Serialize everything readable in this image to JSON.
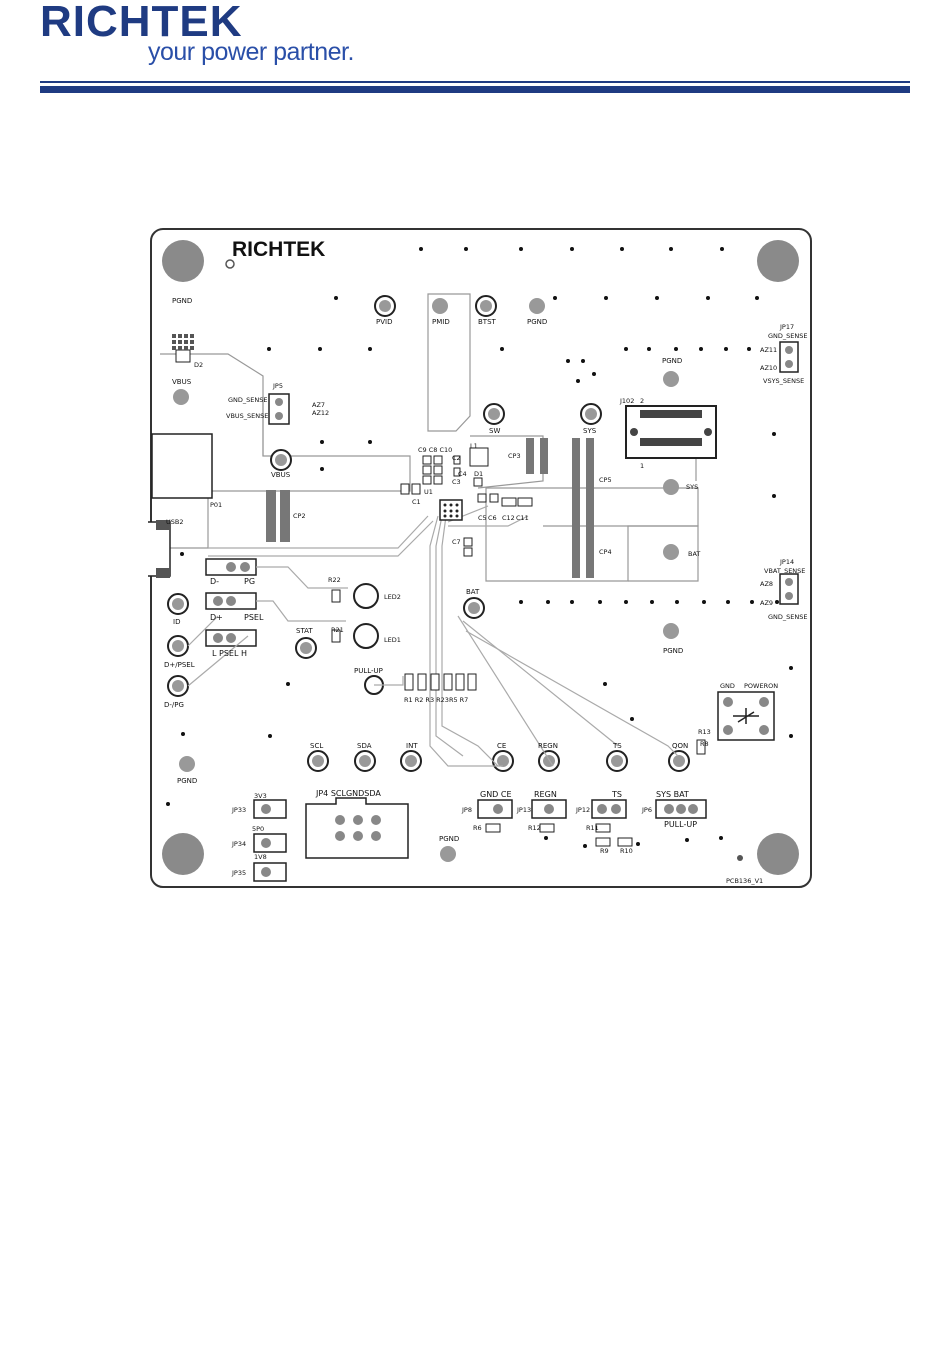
{
  "header": {
    "brand": "RICHTEK",
    "tagline": "your power partner."
  },
  "board": {
    "silk_logo": "RICHTEK",
    "version": "PCB136_V1",
    "pads": [
      {
        "id": "pvid",
        "label": "PVID"
      },
      {
        "id": "pmid",
        "label": "PMID"
      },
      {
        "id": "btst",
        "label": "BTST"
      },
      {
        "id": "pgnd_top",
        "label": "PGND"
      },
      {
        "id": "sw",
        "label": "SW"
      },
      {
        "id": "sys",
        "label": "SYS"
      },
      {
        "id": "vbus",
        "label": "VBUS"
      },
      {
        "id": "vbus2",
        "label": "VBUS"
      },
      {
        "id": "bat",
        "label": "BAT"
      },
      {
        "id": "stat",
        "label": "STAT"
      },
      {
        "id": "id",
        "label": "ID"
      },
      {
        "id": "dplus_psel",
        "label": "D+/PSEL"
      },
      {
        "id": "dminus_pg",
        "label": "D-/PG"
      },
      {
        "id": "pull_up",
        "label": "PULL-UP"
      },
      {
        "id": "scl",
        "label": "SCL"
      },
      {
        "id": "sda",
        "label": "SDA"
      },
      {
        "id": "int",
        "label": "INT"
      },
      {
        "id": "ce",
        "label": "CE"
      },
      {
        "id": "regn",
        "label": "REGN"
      },
      {
        "id": "ts",
        "label": "TS"
      },
      {
        "id": "qon",
        "label": "QON"
      },
      {
        "id": "pgnd_left",
        "label": "PGND"
      },
      {
        "id": "pgnd_bottom",
        "label": "PGND"
      },
      {
        "id": "pgnd_right",
        "label": "PGND"
      },
      {
        "id": "pgnd_mid",
        "label": "PGND"
      },
      {
        "id": "pgnd_tl",
        "label": "PGND"
      }
    ],
    "silk": {
      "usb2": "USB2",
      "gnd_sense_jp5": "GND_SENSE",
      "vbus_sense": "VBUS_SENSE",
      "jp5": "JP5",
      "az7": "AZ7",
      "az12": "AZ12",
      "jp17": "JP17",
      "gnd_sense_jp17": "GND_SENSE",
      "az11": "AZ11",
      "az10": "AZ10",
      "vsys_sense": "VSYS_SENSE",
      "jp14": "JP14",
      "vbat_sense": "VBAT_SENSE",
      "az8": "AZ8",
      "az9": "AZ9",
      "gnd_sense_jp14": "GND_SENSE",
      "cp2": "CP2",
      "cp3": "CP3",
      "cp4": "CP4",
      "cp5": "CP5",
      "sys2": "SYS",
      "bat2": "BAT",
      "j102": "J102",
      "pin2": "2",
      "pin1": "1",
      "d2": "D2",
      "p01": "P01",
      "led1": "LED1",
      "led2": "LED2",
      "r21": "R21",
      "r22": "R22",
      "dminus": "D-",
      "pg": "PG",
      "dplus": "D+",
      "psel": "PSEL",
      "l_psel_h": "L  PSEL  H",
      "r_row": "R1  R2  R3  R23R5  R7",
      "gnd_poweron_gnd": "GND",
      "poweron": "POWERON",
      "jp8": "JP8",
      "gnd_ce": "GND  CE",
      "jp13": "JP13",
      "regn2": "REGN",
      "jp12": "JP12",
      "ts2": "TS",
      "jp6": "JP6",
      "sys_bat": "SYS     BAT",
      "pull_up2": "PULL-UP",
      "jp33": "JP33",
      "jp34": "JP34",
      "jp35": "JP35",
      "v3v3": "3V3",
      "v5p0": "5P0",
      "v1v8": "1V8",
      "jp4": "JP4 SCLGNDSDA",
      "r8": "R8",
      "r9": "R9",
      "r10": "R10",
      "r11": "R11",
      "r12": "R12",
      "r6": "R6",
      "u1": "U1",
      "l1": "L1",
      "d1": "D1",
      "c_caps": "C9 C8 C10",
      "c3": "C3",
      "c4": "C4",
      "c2": "C2",
      "c1": "C1",
      "c5": "C5",
      "c6": "C6",
      "c7": "C7",
      "c11": "C11",
      "c12": "C12",
      "r13": "R13"
    }
  }
}
